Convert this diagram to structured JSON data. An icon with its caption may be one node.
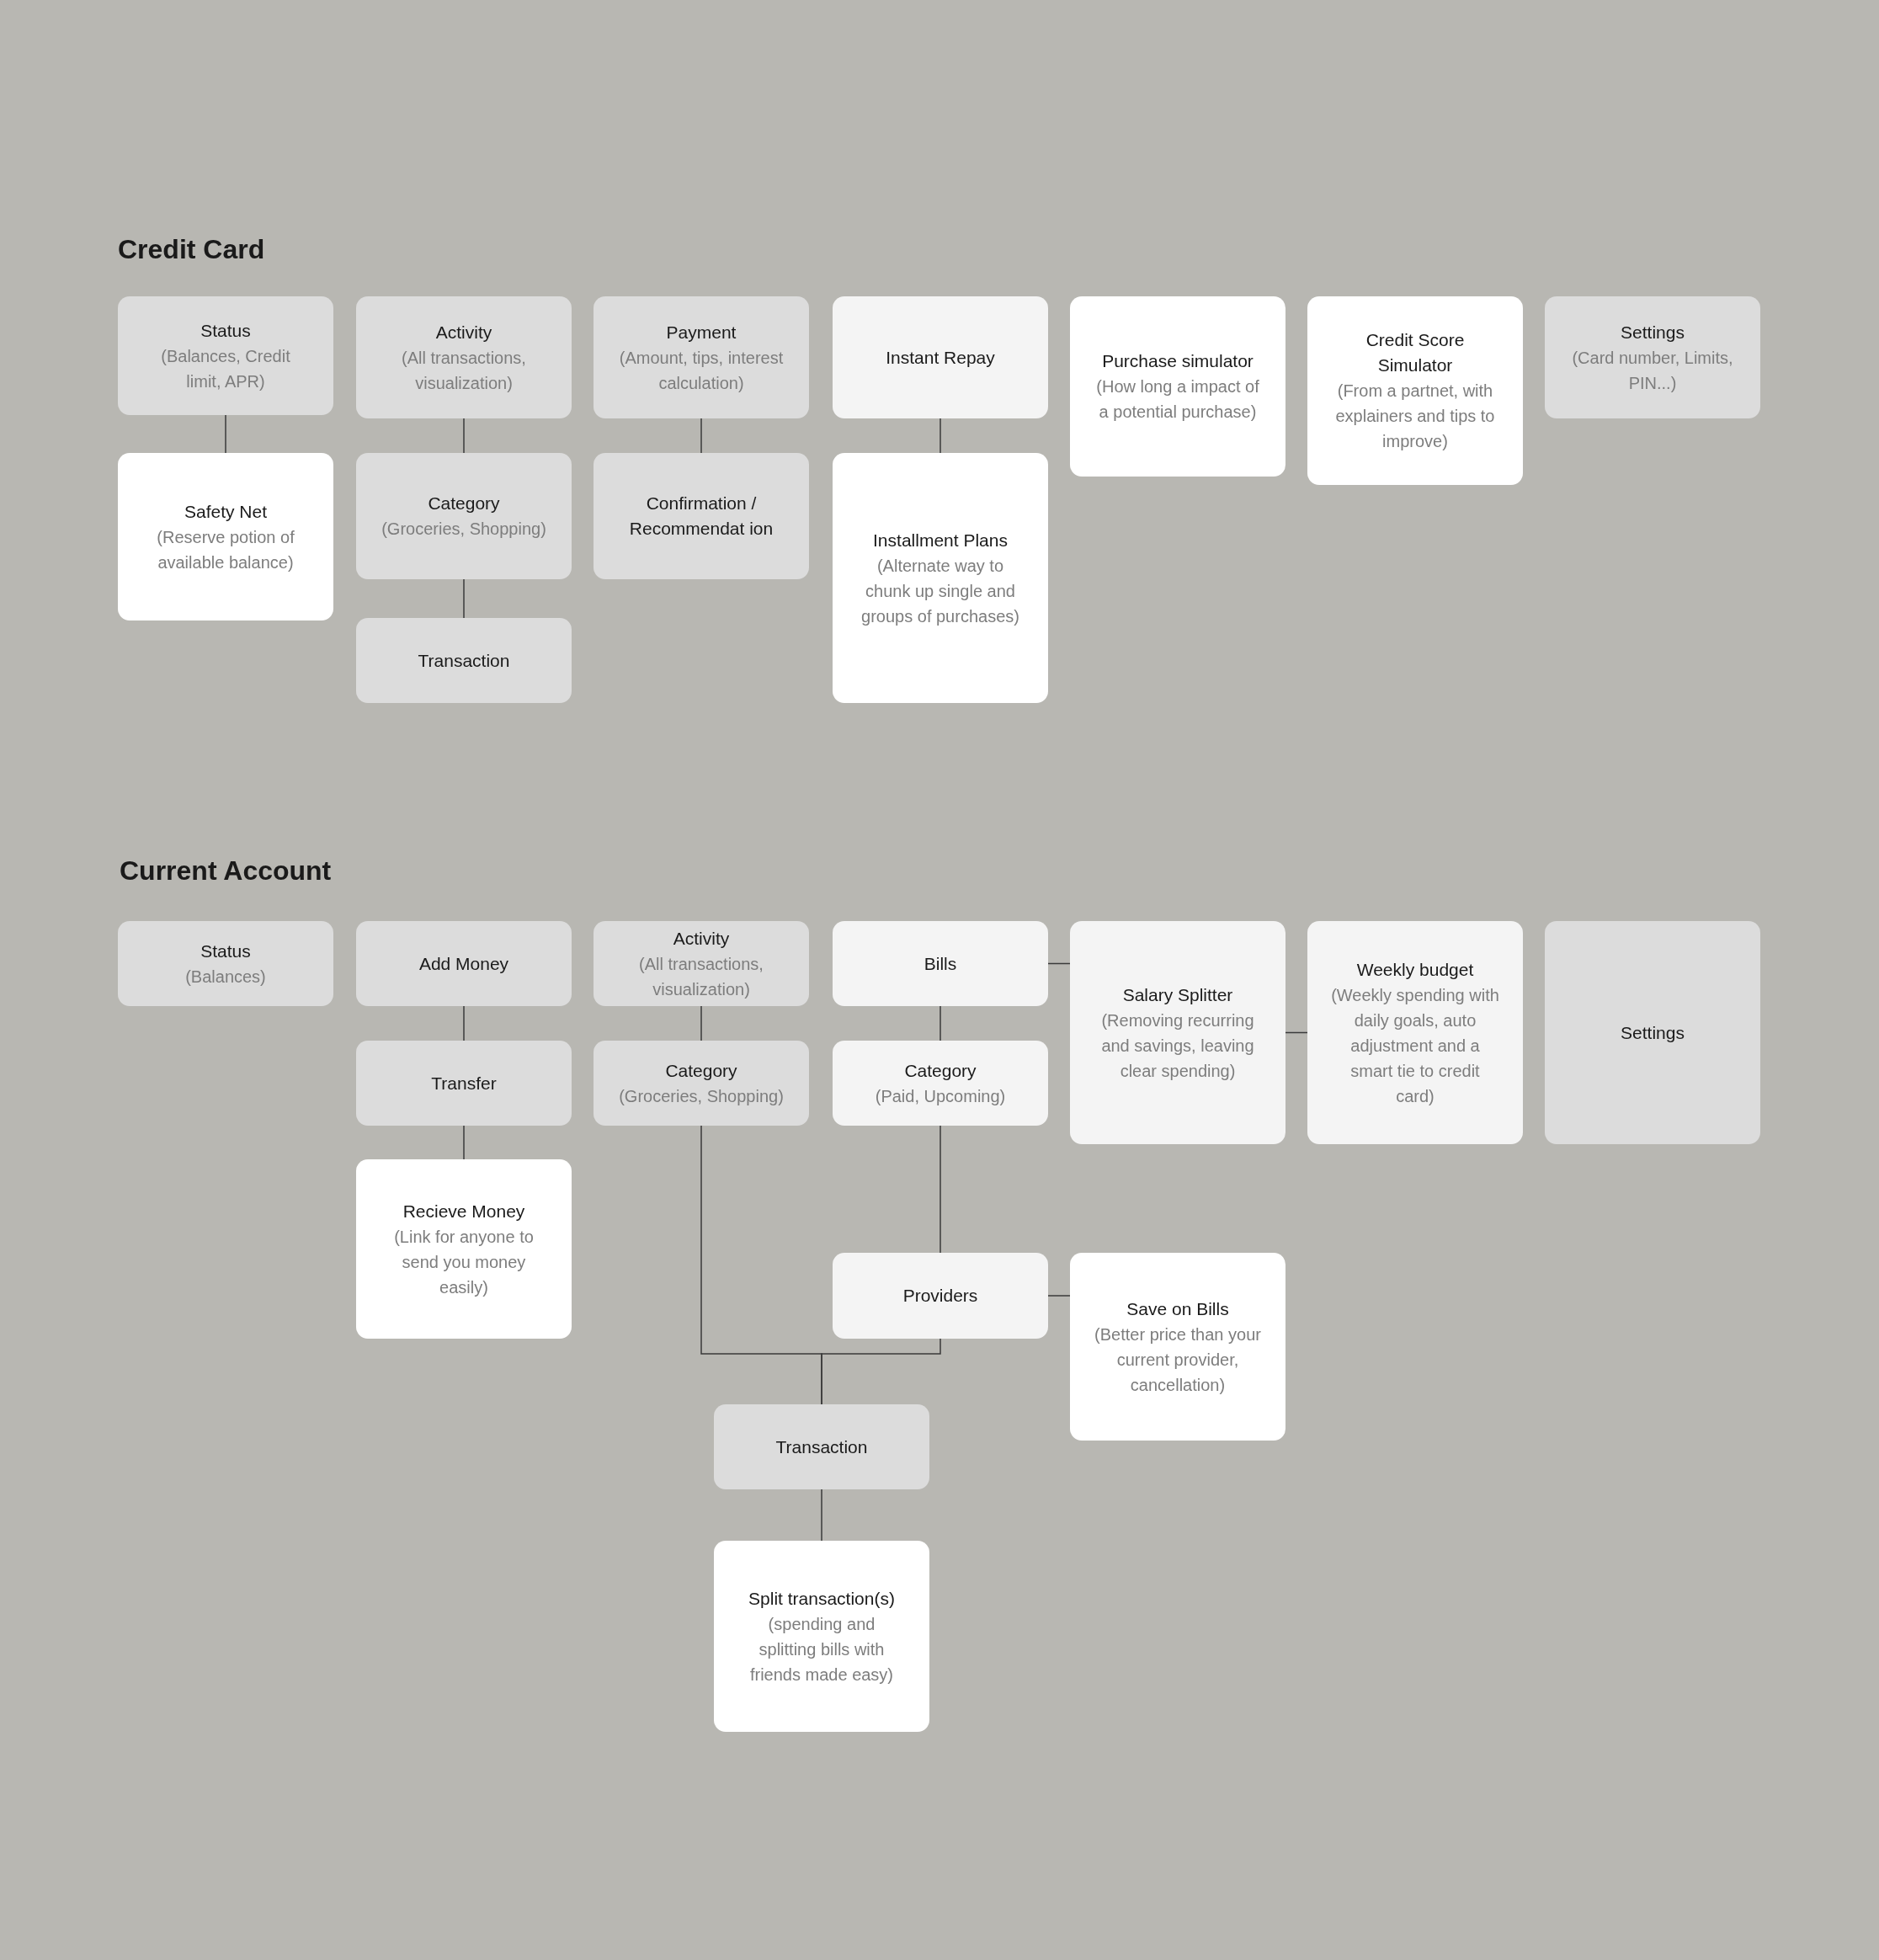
{
  "diagram": {
    "nodes": [
      {
        "text": [
          "Status",
          "(Balances, Credit limit, APR)"
        ]
      },
      {
        "text": [
          "Safety Net",
          "(Reserve potion of available balance)"
        ]
      },
      {
        "text": [
          "Activity",
          "(All transactions, visualization)"
        ]
      },
      {
        "text": [
          "Category",
          "(Groceries, Shopping)"
        ]
      },
      {
        "text": [
          "Transaction"
        ]
      },
      {
        "text": [
          "Payment",
          "(Amount, tips, interest calculation)"
        ]
      },
      {
        "text": [
          "Confirmation / Recommendat ion"
        ]
      },
      {
        "text": [
          "Instant Repay"
        ]
      },
      {
        "text": [
          "Installment Plans",
          "(Alternate way to chunk up single and groups of purchases)"
        ]
      },
      {
        "text": [
          "Purchase simulator",
          "(How long a impact of a potential purchase)"
        ]
      },
      {
        "text": [
          "Credit Score Simulator",
          "(From a partnet, with explainers and tips to improve)"
        ]
      },
      {
        "text": [
          "Settings",
          "(Card number, Limits, PIN...)"
        ]
      },
      {
        "text": [
          "Status",
          "(Balances)"
        ]
      },
      {
        "text": [
          "Add Money"
        ]
      },
      {
        "text": [
          "Transfer"
        ]
      },
      {
        "text": [
          "Recieve Money",
          "(Link for anyone to send you money easily)"
        ]
      },
      {
        "text": [
          "Activity",
          "(All transactions, visualization)"
        ]
      },
      {
        "text": [
          "Category",
          "(Groceries, Shopping)"
        ]
      },
      {
        "text": [
          "Bills"
        ]
      },
      {
        "text": [
          "Category",
          "(Paid, Upcoming)"
        ]
      },
      {
        "text": [
          "Providers"
        ]
      },
      {
        "text": [
          "Save on Bills",
          "(Better price than your current provider, cancellation)"
        ]
      },
      {
        "text": [
          "Transaction"
        ]
      },
      {
        "text": [
          "Split transaction(s)",
          "(spending and splitting bills with friends made easy)"
        ]
      },
      {
        "text": [
          "Salary Splitter",
          "(Removing recurring and savings, leaving clear spending)"
        ]
      },
      {
        "text": [
          "Weekly budget",
          "(Weekly spending with daily goals, auto adjustment and a smart tie to credit card)"
        ]
      },
      {
        "text": [
          "Settings"
        ]
      }
    ],
    "edges": [
      {
        "from": 0,
        "to": 1,
        "arrow": "none"
      },
      {
        "from": 2,
        "to": 3,
        "arrow": "none"
      },
      {
        "from": 3,
        "to": 4,
        "arrow": "none"
      },
      {
        "from": 5,
        "to": 6,
        "arrow": "none"
      },
      {
        "from": 7,
        "to": 8,
        "arrow": "none"
      },
      {
        "from": 13,
        "to": 14,
        "arrow": "none"
      },
      {
        "from": 14,
        "to": 15,
        "arrow": "none"
      },
      {
        "from": 16,
        "to": 17,
        "arrow": "none"
      },
      {
        "from": 18,
        "to": 19,
        "arrow": "none"
      },
      {
        "from": 19,
        "to": 20,
        "arrow": "none"
      },
      {
        "from": 17,
        "to": 22,
        "arrow": "none"
      },
      {
        "from": 20,
        "to": 22,
        "arrow": "none"
      },
      {
        "from": 22,
        "to": 23,
        "arrow": "none"
      },
      {
        "from": 18,
        "to": 24,
        "arrow": "none"
      },
      {
        "from": 24,
        "to": 25,
        "arrow": "none"
      },
      {
        "from": 20,
        "to": 21,
        "arrow": "none"
      }
    ],
    "labels": [
      "Credit Card",
      "Current Account"
    ]
  }
}
